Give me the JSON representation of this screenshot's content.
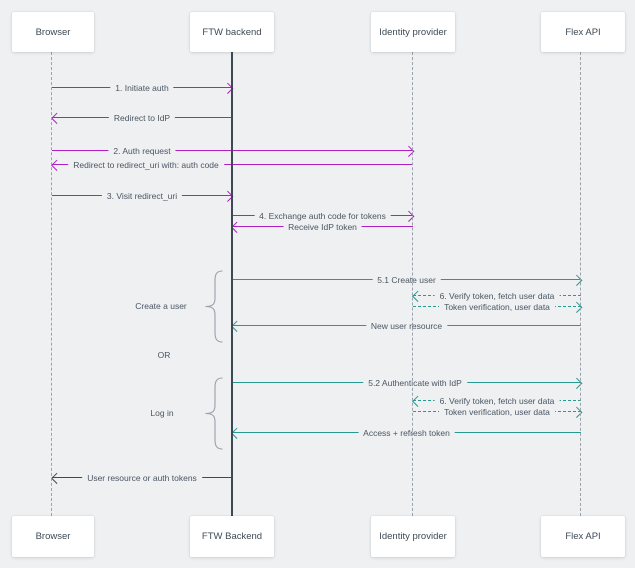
{
  "page": {
    "background": "#eef0f2"
  },
  "colors": {
    "auth_flow": "#b01ec6",
    "api_flow": "#249b8e",
    "result_flow": "#3f4956"
  },
  "actors": {
    "top": [
      {
        "label": "Browser"
      },
      {
        "label": "FTW backend"
      },
      {
        "label": "Identity provider"
      },
      {
        "label": "Flex API"
      }
    ],
    "bottom": [
      {
        "label": "Browser"
      },
      {
        "label": "FTW Backend"
      },
      {
        "label": "Identity provider"
      },
      {
        "label": "Flex API"
      }
    ]
  },
  "messages": [
    {
      "label": "1. Initiate auth",
      "from": "Browser",
      "to": "FTW backend",
      "line": "solid",
      "flow": "auth"
    },
    {
      "label": "Redirect to IdP",
      "from": "FTW backend",
      "to": "Browser",
      "line": "solid",
      "flow": "auth"
    },
    {
      "label": "2. Auth request",
      "from": "Browser",
      "to": "Identity provider",
      "line": "solid",
      "flow": "auth"
    },
    {
      "label": "Redirect to redirect_uri with: auth code",
      "from": "Identity provider",
      "to": "Browser",
      "line": "solid",
      "flow": "auth"
    },
    {
      "label": "3. Visit redirect_uri",
      "from": "Browser",
      "to": "FTW backend",
      "line": "solid",
      "flow": "auth"
    },
    {
      "label": "4. Exchange auth code for tokens",
      "from": "FTW backend",
      "to": "Identity provider",
      "line": "solid",
      "flow": "auth"
    },
    {
      "label": "Receive IdP token",
      "from": "Identity provider",
      "to": "FTW backend",
      "line": "solid",
      "flow": "auth"
    },
    {
      "label": "5.1 Create user",
      "from": "FTW backend",
      "to": "Flex API",
      "line": "solid",
      "flow": "api"
    },
    {
      "label": "6. Verify token, fetch user data",
      "from": "Flex API",
      "to": "Identity provider",
      "line": "dashed",
      "flow": "api"
    },
    {
      "label": "Token verification, user data",
      "from": "Identity provider",
      "to": "Flex API",
      "line": "dashed",
      "flow": "api"
    },
    {
      "label": "New user resource",
      "from": "Flex API",
      "to": "FTW backend",
      "line": "solid",
      "flow": "api"
    },
    {
      "label": "5.2 Authenticate with IdP",
      "from": "FTW backend",
      "to": "Flex API",
      "line": "solid",
      "flow": "api"
    },
    {
      "label": "6. Verify token, fetch user data",
      "from": "Flex API",
      "to": "Identity provider",
      "line": "dashed",
      "flow": "api"
    },
    {
      "label": "Token verification, user data",
      "from": "Identity provider",
      "to": "Flex API",
      "line": "dashed",
      "flow": "api"
    },
    {
      "label": "Access + refresh token",
      "from": "Flex API",
      "to": "FTW backend",
      "line": "solid",
      "flow": "api"
    },
    {
      "label": "User resource or auth tokens",
      "from": "FTW backend",
      "to": "Browser",
      "line": "solid",
      "flow": "result"
    }
  ],
  "sections": {
    "create_user": {
      "label": "Create a user"
    },
    "or": {
      "label": "OR"
    },
    "log_in": {
      "label": "Log in"
    }
  }
}
